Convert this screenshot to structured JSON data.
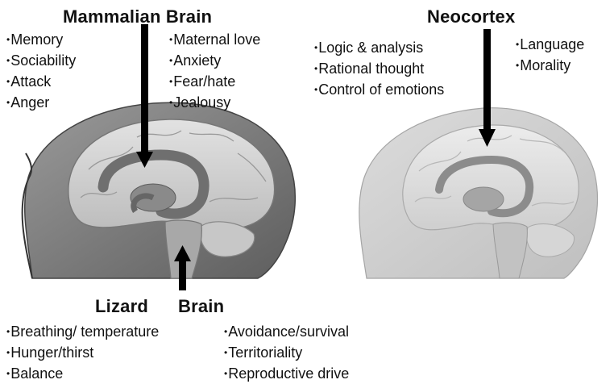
{
  "mammalian": {
    "title": "Mammalian Brain",
    "left_items": [
      "Memory",
      "Sociability",
      "Attack",
      "Anger"
    ],
    "right_items": [
      "Maternal love",
      "Anxiety",
      "Fear/hate",
      "Jealousy"
    ]
  },
  "neocortex": {
    "title": "Neocortex",
    "left_items": [
      "Logic & analysis",
      "Rational thought",
      "Control of emotions"
    ],
    "right_items": [
      "Language",
      "Morality"
    ]
  },
  "lizard": {
    "title_left": "Lizard",
    "title_right": "Brain",
    "left_items": [
      "Breathing/ temperature",
      "Hunger/thirst",
      "Balance"
    ],
    "right_items": [
      "Avoidance/survival",
      "Territoriality",
      "Reproductive drive"
    ]
  },
  "bullet": "•"
}
